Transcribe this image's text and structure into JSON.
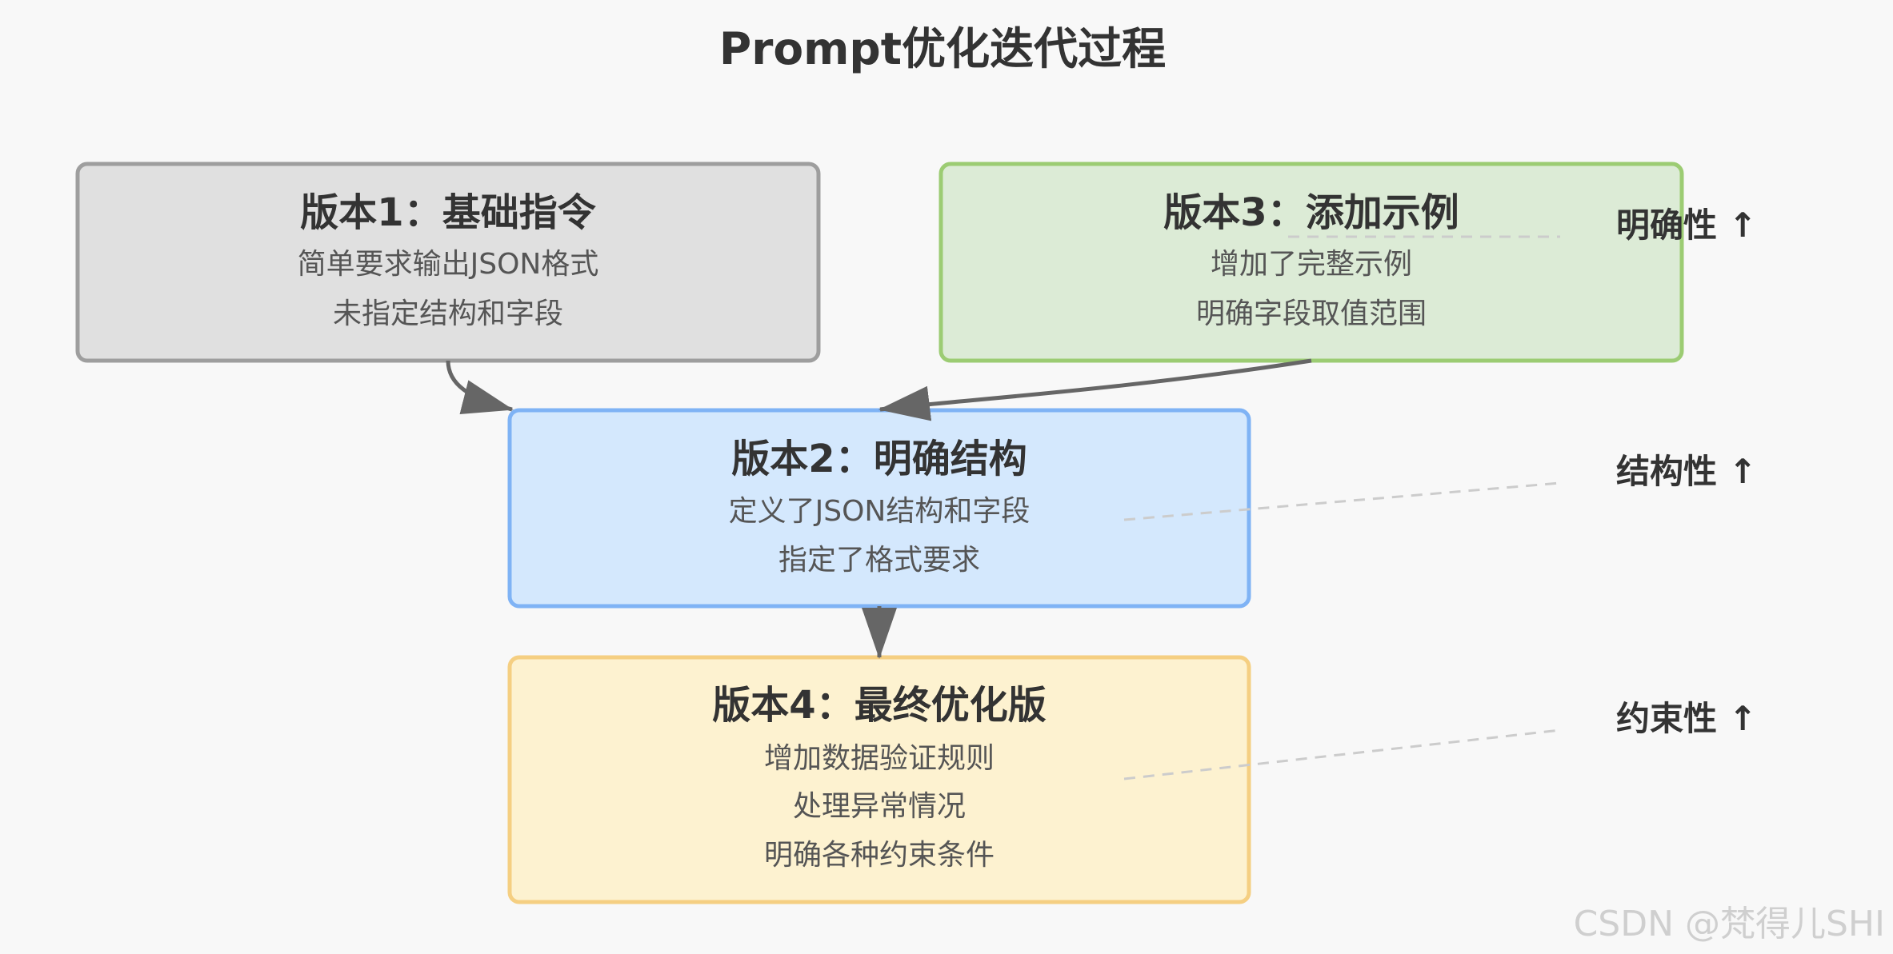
{
  "title": "Prompt优化迭代过程",
  "colors": {
    "v1_fill": "#e0e0e0",
    "v1_stroke": "#9e9e9e",
    "v2_fill": "#d4e8fd",
    "v2_stroke": "#7fb3f5",
    "v3_fill": "#dcebd6",
    "v3_stroke": "#9ccc73",
    "v4_fill": "#fdf2d0",
    "v4_stroke": "#f5cf82",
    "arrow": "#666666",
    "dashed": "#cccccc"
  },
  "versions": {
    "v1": {
      "title": "版本1：基础指令",
      "lines": [
        "简单要求输出JSON格式",
        "未指定结构和字段"
      ]
    },
    "v2": {
      "title": "版本2：明确结构",
      "lines": [
        "定义了JSON结构和字段",
        "指定了格式要求"
      ]
    },
    "v3": {
      "title": "版本3：添加示例",
      "lines": [
        "增加了完整示例",
        "明确字段取值范围"
      ]
    },
    "v4": {
      "title": "版本4：最终优化版",
      "lines": [
        "增加数据验证规则",
        "处理异常情况",
        "明确各种约束条件"
      ]
    }
  },
  "side_labels": {
    "clarity": "明确性 ↑",
    "structure": "结构性 ↑",
    "constraint": "约束性 ↑"
  },
  "watermark": "CSDN @梵得儿SHI"
}
